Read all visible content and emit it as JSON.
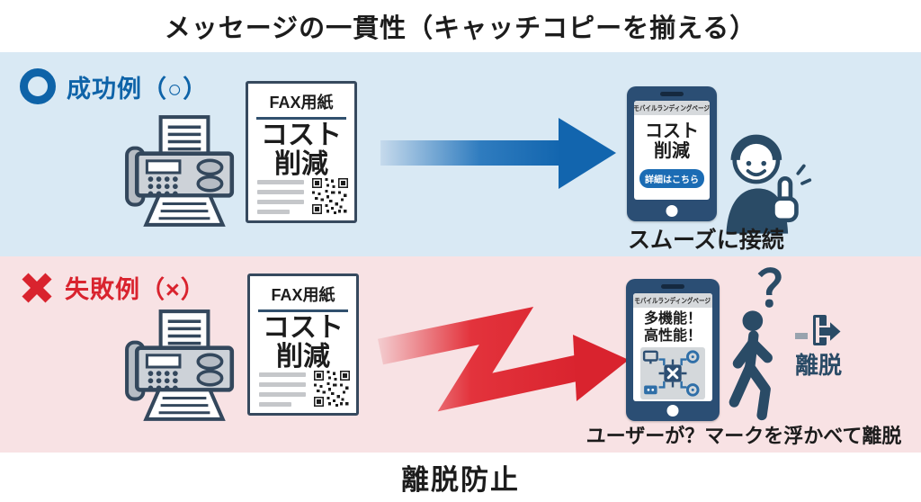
{
  "title": "メッセージの一貫性（キャッチコピーを揃える）",
  "footer_title": "離脱防止",
  "success_row": {
    "label": "成功例（○）",
    "fax_paper": {
      "title": "FAX用紙",
      "lines": [
        "コスト",
        "削減"
      ]
    },
    "phone": {
      "header": "モバイルランディングページ",
      "lines": [
        "コスト",
        "削減"
      ],
      "button_label": "詳細はこちら"
    },
    "caption": "スムーズに接続"
  },
  "failure_row": {
    "label": "失敗例（×）",
    "fax_paper": {
      "title": "FAX用紙",
      "lines": [
        "コスト",
        "削減"
      ]
    },
    "phone": {
      "header": "モバイルランディングページ",
      "lines": [
        "多機能！",
        "高性能！"
      ]
    },
    "question_mark": "？",
    "exit_label": "離脱",
    "caption": "ユーザーが？マークを浮かべて離脱"
  },
  "icons": {
    "success_mark": "circle-outline",
    "failure_mark": "x-cross",
    "fax_machine": "fax-machine",
    "qr_code": "qr-code",
    "straight_arrow": "arrow-right",
    "zigzag_arrow": "lightning-arrow-right",
    "happy_person": "person-thumbs-up",
    "confused_person": "person-walking-away",
    "exit": "door-exit-arrow"
  },
  "colors": {
    "success_band": "#d9e9f4",
    "failure_band": "#f8e2e4",
    "success_accent": "#0e63a8",
    "failure_accent": "#d9232e",
    "navy": "#2a4b66",
    "phone_frame": "#2b4e74",
    "cta_button": "#1b6cb4"
  }
}
